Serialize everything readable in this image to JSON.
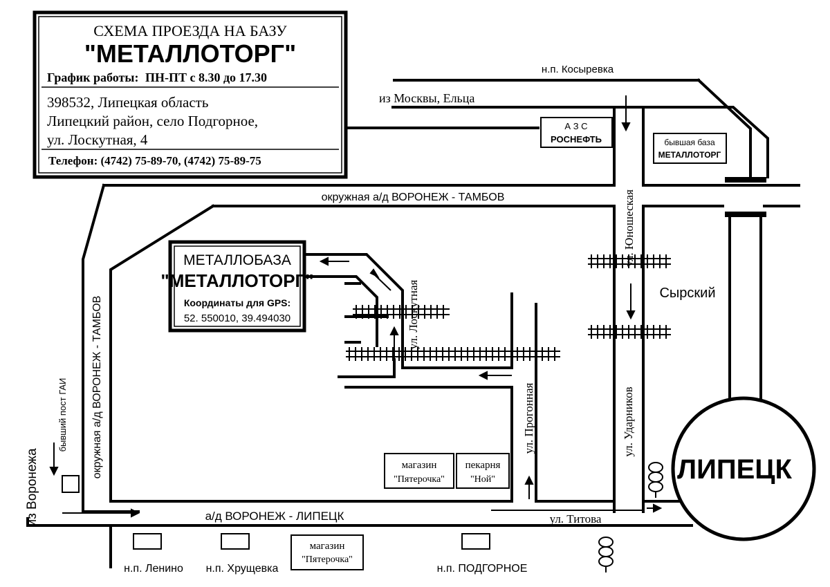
{
  "info": {
    "title": "СХЕМА ПРОЕЗДА НА БАЗУ",
    "company": "\"МЕТАЛЛОТОРГ\"",
    "hours_label": "График работы:",
    "hours_value": "ПН-ПТ с 8.30 до 17.30",
    "address_line1": "398532, Липецкая область",
    "address_line2": "Липецкий район, село Подгорное,",
    "address_line3": "ул. Лоскутная, 4",
    "phone": "Телефон: (4742) 75-89-70, (4742) 75-89-75"
  },
  "base": {
    "name_line1": "МЕТАЛЛОБАЗА",
    "name_line2": "\"МЕТАЛЛОТОРГ\"",
    "gps_label": "Координаты для GPS:",
    "gps_value": "52. 550010, 39.494030"
  },
  "roads": {
    "kosyrevka": "н.п. Косыревка",
    "from_moscow": "из Москвы, Ельца",
    "ring_top": "окружная а/д ВОРОНЕЖ - ТАМБОВ",
    "ring_left": "окружная а/д ВОРОНЕЖ - ТАМБОВ",
    "main_road": "а/д ВОРОНЕЖ - ЛИПЕЦК",
    "from_voronezh": "из Воронежа",
    "former_gai": "бывший пост ГАИ",
    "loskutnaya": "ул. Лоскутная",
    "progonnaya": "ул. Прогонная",
    "udarnikov": "ул. Ударников",
    "yunosheskaya": "ул. Юношеская",
    "titova": "ул. Титова"
  },
  "places": {
    "azs_line1": "А З С",
    "azs_line2": "РОСНЕФТЬ",
    "old_base_line1": "бывшая база",
    "old_base_line2": "МЕТАЛЛОТОРГ",
    "syrsky": "Сырский",
    "lipetsk": "ЛИПЕЦК",
    "shop1_line1": "магазин",
    "shop1_line2": "\"Пятерочка\"",
    "bakery_line1": "пекарня",
    "bakery_line2": "\"Ной\"",
    "shop2_line1": "магазин",
    "shop2_line2": "\"Пятерочка\"",
    "lenino": "н.п. Ленино",
    "khrushchevka": "н.п. Хрущевка",
    "podgornoe": "н.п. ПОДГОРНОЕ"
  }
}
